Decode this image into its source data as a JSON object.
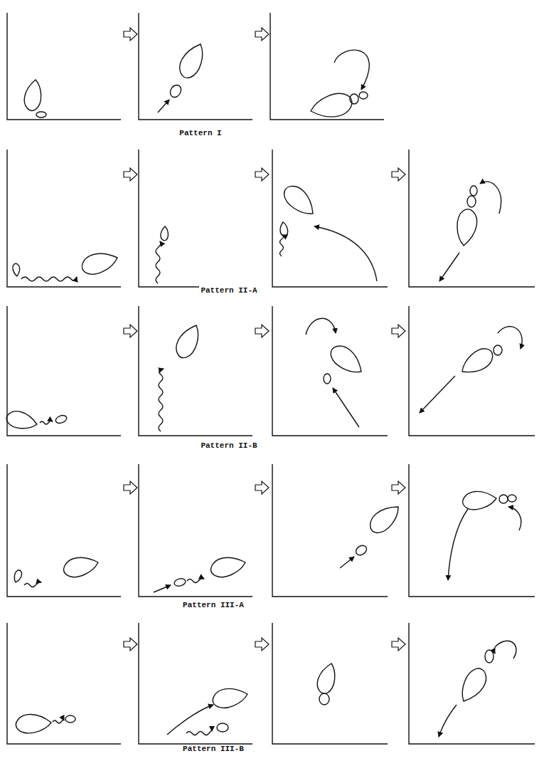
{
  "diagram": {
    "labels": [
      "Pattern I",
      "Pattern II-A",
      "Pattern II-B",
      "Pattern III-A",
      "Pattern III-B"
    ]
  }
}
